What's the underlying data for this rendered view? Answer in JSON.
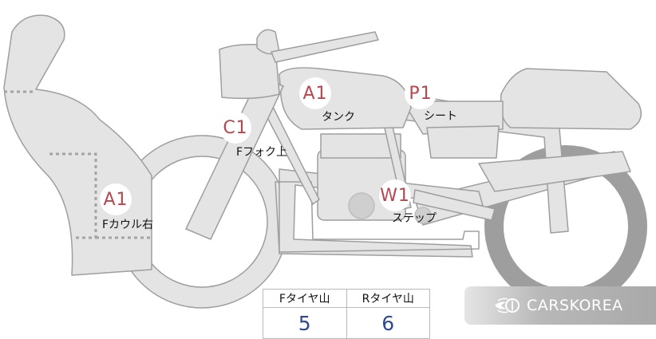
{
  "markers": [
    {
      "code": "A1",
      "label": "Fカウル右"
    },
    {
      "code": "C1",
      "label": "Fフォク上"
    },
    {
      "code": "A1",
      "label": "タンク"
    },
    {
      "code": "P1",
      "label": "シート"
    },
    {
      "code": "W1",
      "label": "ステップ"
    }
  ],
  "tire_table": {
    "headers": [
      "Fタイヤ山",
      "Rタイヤ山"
    ],
    "values": [
      "5",
      "6"
    ]
  },
  "logo": {
    "text": "CARSKOREA",
    "icon": "flame-emblem-icon"
  },
  "colors": {
    "bike_fill": "#e4e4e4",
    "bike_stroke": "#9e9e9e",
    "marker_text": "#b5484f",
    "value_text": "#2d4a8c",
    "dotted_line": "#a3a3a3"
  }
}
